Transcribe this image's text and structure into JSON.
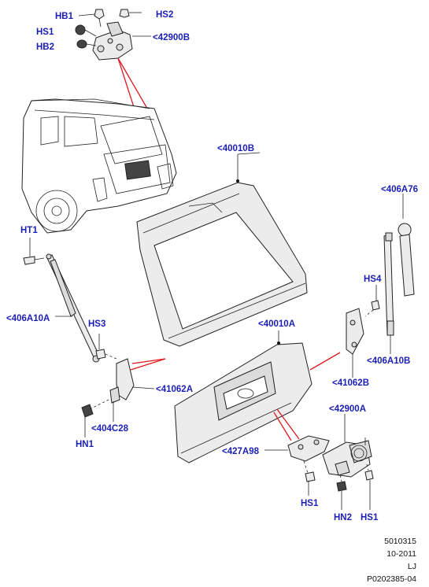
{
  "callouts": {
    "hb1": "HB1",
    "hs2": "HS2",
    "hs1_top": "HS1",
    "c42900b": "<42900B",
    "hb2": "HB2",
    "c40010b": "<40010B",
    "c406a76": "<406A76",
    "ht1": "HT1",
    "hs4": "HS4",
    "c406a10a": "<406A10A",
    "hs3": "HS3",
    "c40010a": "<40010A",
    "c406a10b": "<406A10B",
    "c41062a": "<41062A",
    "c41062b": "<41062B",
    "c404c28": "<404C28",
    "c42900a": "<42900A",
    "hn1": "HN1",
    "c427a98": "<427A98",
    "hs1_bottom": "HS1",
    "hn2": "HN2",
    "hs1_right": "HS1"
  },
  "reference": {
    "code": "5010315",
    "date": "10-2011",
    "initials": "LJ",
    "illustration_id": "P0202385-04"
  },
  "colors": {
    "label": "#1c1fb4",
    "leader_red": "#e0191f",
    "line": "#222222"
  }
}
